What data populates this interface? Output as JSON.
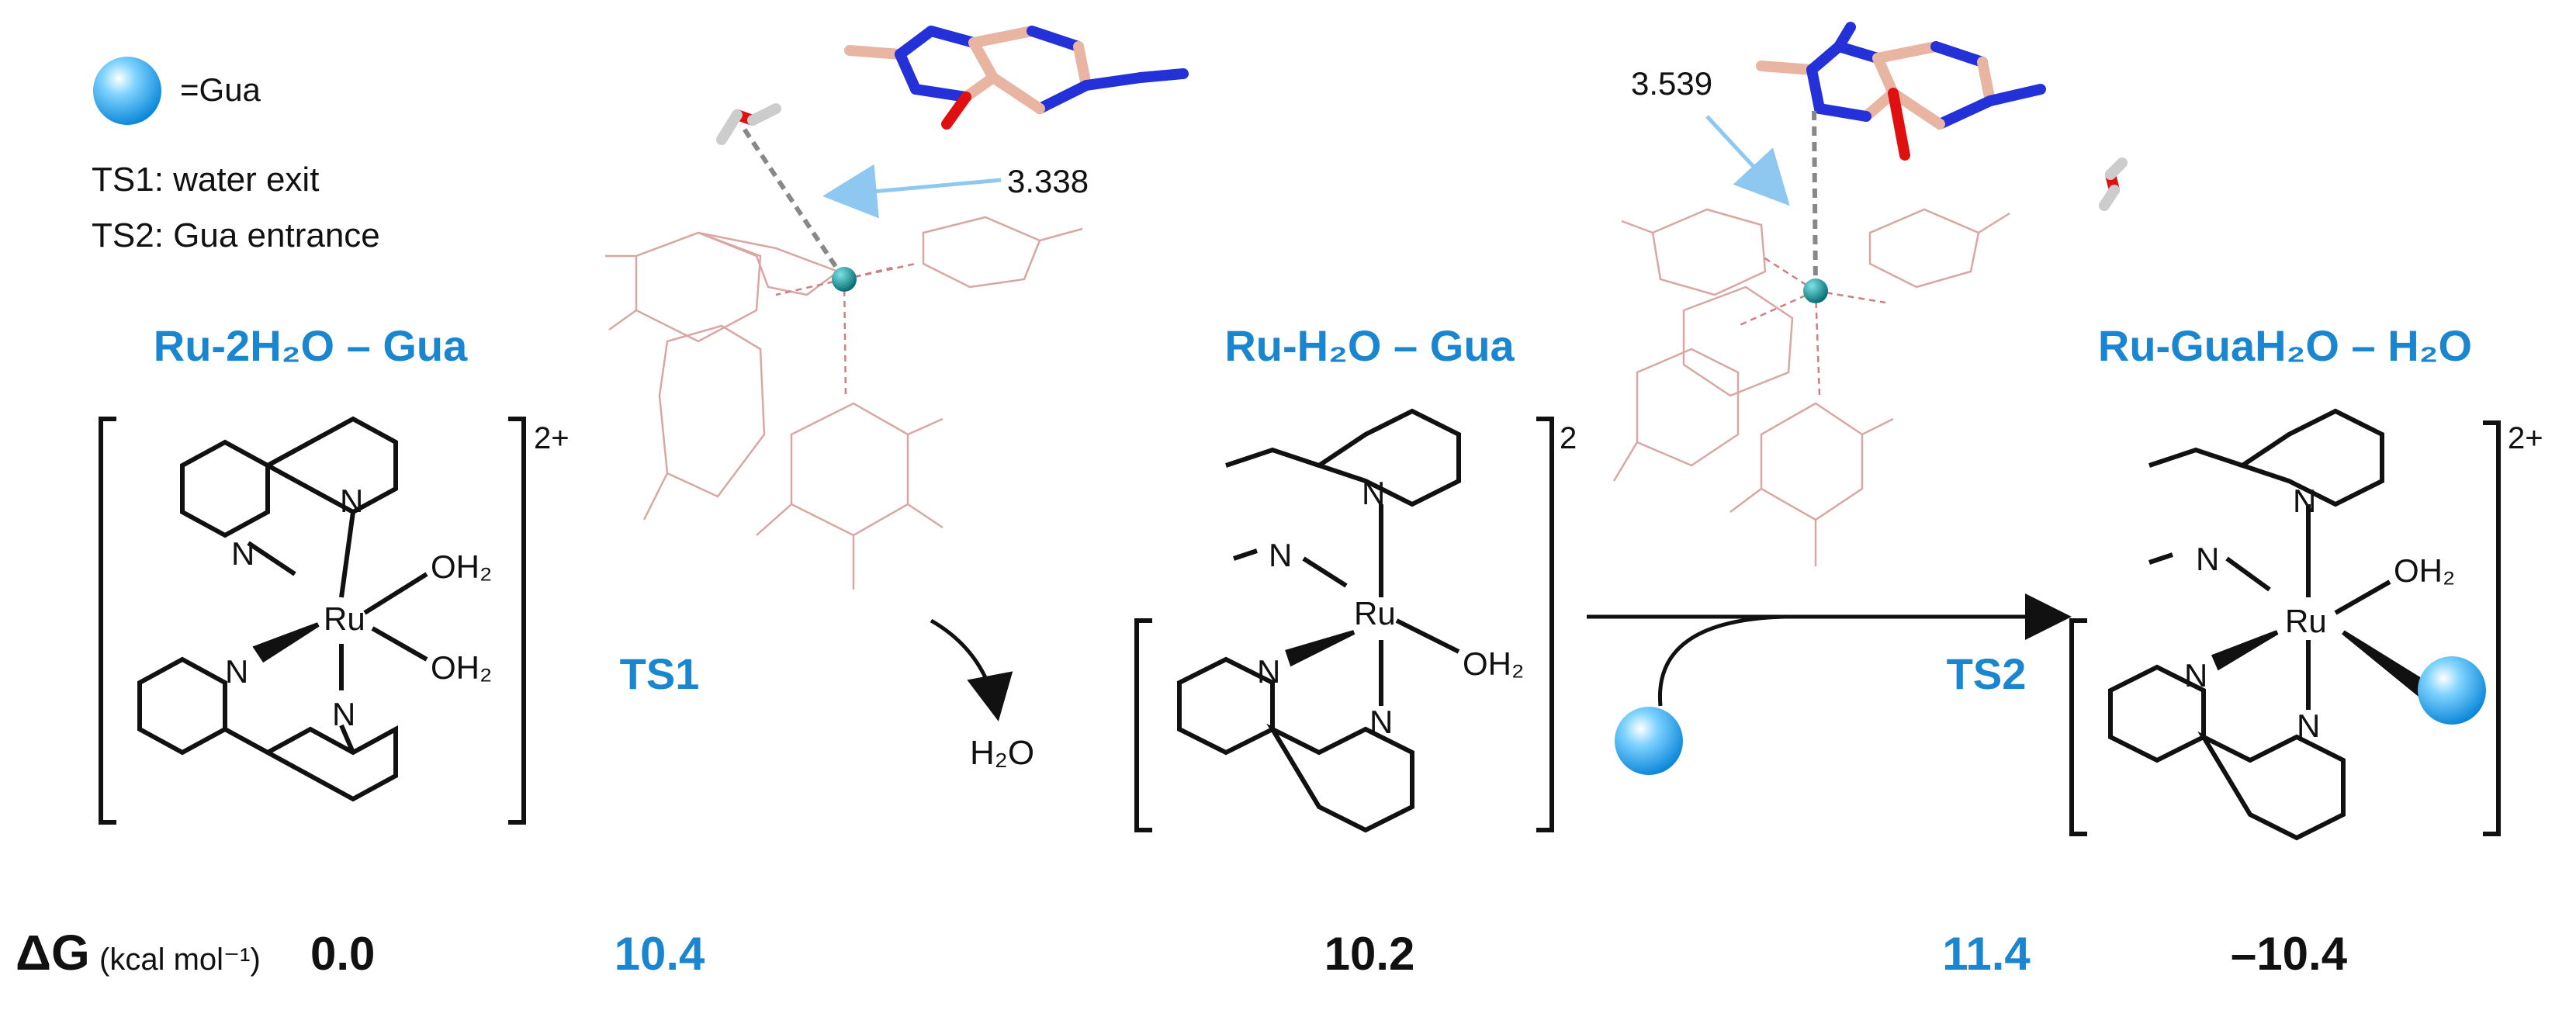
{
  "legend": {
    "gua_symbol": "=Gua",
    "ts1_desc": "TS1: water exit",
    "ts2_desc": "TS2: Gua entrance"
  },
  "species": {
    "reactant_label": "Ru-2H₂O – Gua",
    "intermediate_label": "Ru-H₂O – Gua",
    "product_label": "Ru-GuaH₂O – H₂O",
    "ts1_label": "TS1",
    "ts2_label": "TS2",
    "charge": "2+",
    "charge_partial": "2",
    "metal": "Ru"
  },
  "atoms": {
    "n": "N",
    "oh2": "OH₂",
    "h2o": "H₂O"
  },
  "distances": {
    "ts1": "3.338",
    "ts2": "3.539"
  },
  "energy": {
    "symbol": "ΔG",
    "unit": "(kcal mol⁻¹)",
    "reactant": "0.0",
    "ts1": "10.4",
    "intermediate": "10.2",
    "ts2": "11.4",
    "product": "–10.4"
  },
  "colors": {
    "accent_blue": "#1a86d0",
    "bond_black": "#111111",
    "carbon_tan": "#e8b5a3",
    "nitrogen_blue": "#2430d8",
    "oxygen_red": "#e01010",
    "ru_teal": "#0c8f95",
    "wire_pink": "#d9a7a3"
  }
}
